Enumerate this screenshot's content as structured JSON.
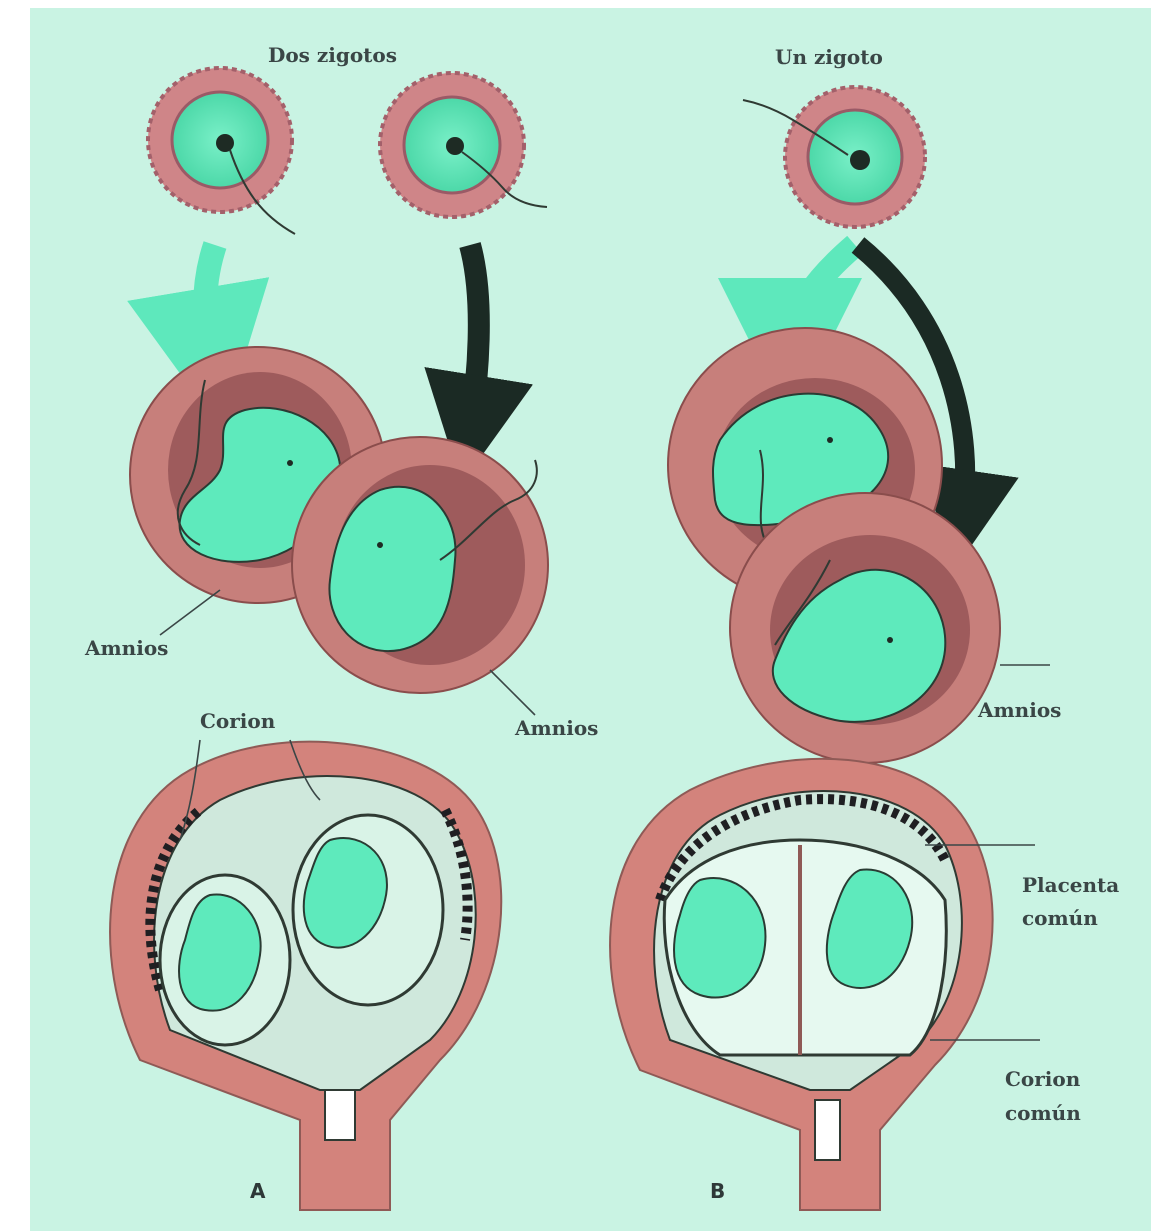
{
  "colors": {
    "background": "#c9f3e3",
    "embryo": "#5eeabc",
    "amnion_sac": "#c77f7b",
    "uterus_wall": "#d3837c",
    "arrow": "#5ee8bc",
    "dark_arrow": "#1b2a24",
    "text": "#3a4646"
  },
  "labels": {
    "dos_zigotos": "Dos zigotos",
    "un_zigoto": "Un zigoto",
    "amnios_left_a": "Amnios",
    "amnios_left_b": "Amnios",
    "amnios_right": "Amnios",
    "corion": "Corion",
    "placenta_line1": "Placenta",
    "placenta_line2": "común",
    "corion_comun_line1": "Corion",
    "corion_comun_line2": "común",
    "panel_a": "A",
    "panel_b": "B"
  },
  "icons": {
    "zygote": "zygote-icon",
    "embryo": "embryo-icon",
    "arrow": "arrow-icon"
  }
}
